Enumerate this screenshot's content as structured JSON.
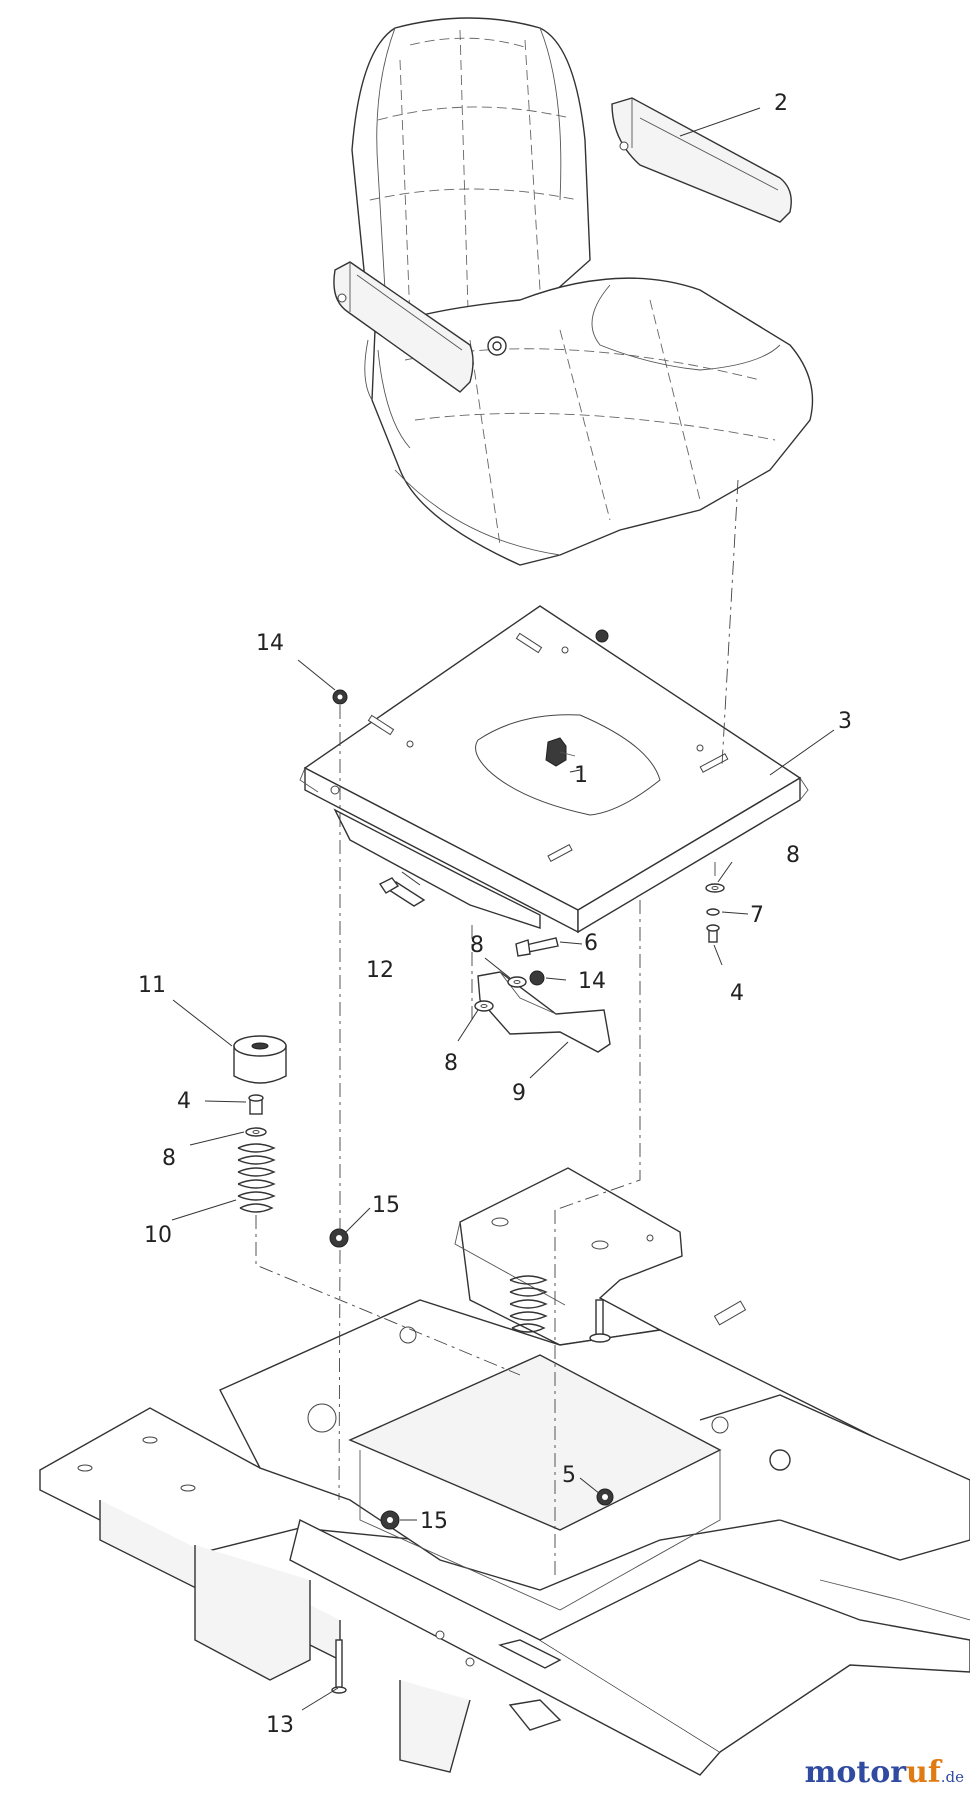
{
  "callouts": {
    "c1": "1",
    "c2": "2",
    "c3": "3",
    "c4a": "4",
    "c4b": "4",
    "c5": "5",
    "c6": "6",
    "c7": "7",
    "c8a": "8",
    "c8b": "8",
    "c8c": "8",
    "c8d": "8",
    "c9": "9",
    "c10": "10",
    "c11": "11",
    "c12": "12",
    "c13": "13",
    "c14a": "14",
    "c14b": "14",
    "c15a": "15",
    "c15b": "15"
  },
  "watermark": {
    "name_a": "motor",
    "name_b": "uf",
    "suffix": ".de"
  },
  "colors": {
    "watermark_blue": "#2f4aa0",
    "watermark_orange": "#e07a12",
    "line": "#333333"
  }
}
